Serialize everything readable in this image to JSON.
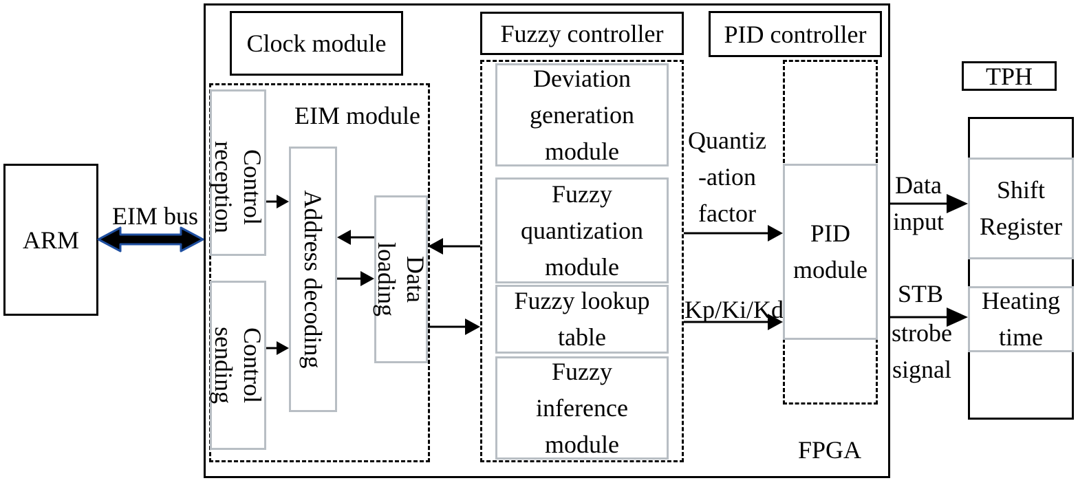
{
  "arm": {
    "label": "ARM"
  },
  "eim_bus": {
    "label": "EIM bus"
  },
  "clock_module": {
    "label": "Clock module"
  },
  "fuzzy_controller": {
    "label": "Fuzzy controller"
  },
  "pid_controller": {
    "label": "PID controller"
  },
  "tph": {
    "label": "TPH"
  },
  "eim_module": {
    "label": "EIM module",
    "control_reception": [
      "Control",
      "reception"
    ],
    "control_sending": [
      "Control",
      "sending"
    ],
    "address_decoding": "Address decoding",
    "data_loading": [
      "Data",
      "loading"
    ]
  },
  "fuzzy_blocks": {
    "deviation": [
      "Deviation",
      "generation",
      "module"
    ],
    "quantization": [
      "Fuzzy",
      "quantization",
      "module"
    ],
    "lookup": [
      "Fuzzy lookup",
      "table"
    ],
    "inference": [
      "Fuzzy",
      "inference",
      "module"
    ]
  },
  "signals": {
    "quantization_factor": [
      "Quantiz",
      "-ation",
      "factor"
    ],
    "kp_ki_kd": "Kp/Ki/Kd",
    "data_input": [
      "Data",
      "input"
    ],
    "stb": "STB",
    "strobe_signal": [
      "strobe",
      "signal"
    ]
  },
  "pid_module": [
    "PID",
    "module"
  ],
  "fpga": {
    "label": "FPGA"
  },
  "tph_blocks": {
    "shift_register": [
      "Shift",
      "Register"
    ],
    "heating_time": [
      "Heating",
      "time"
    ]
  }
}
